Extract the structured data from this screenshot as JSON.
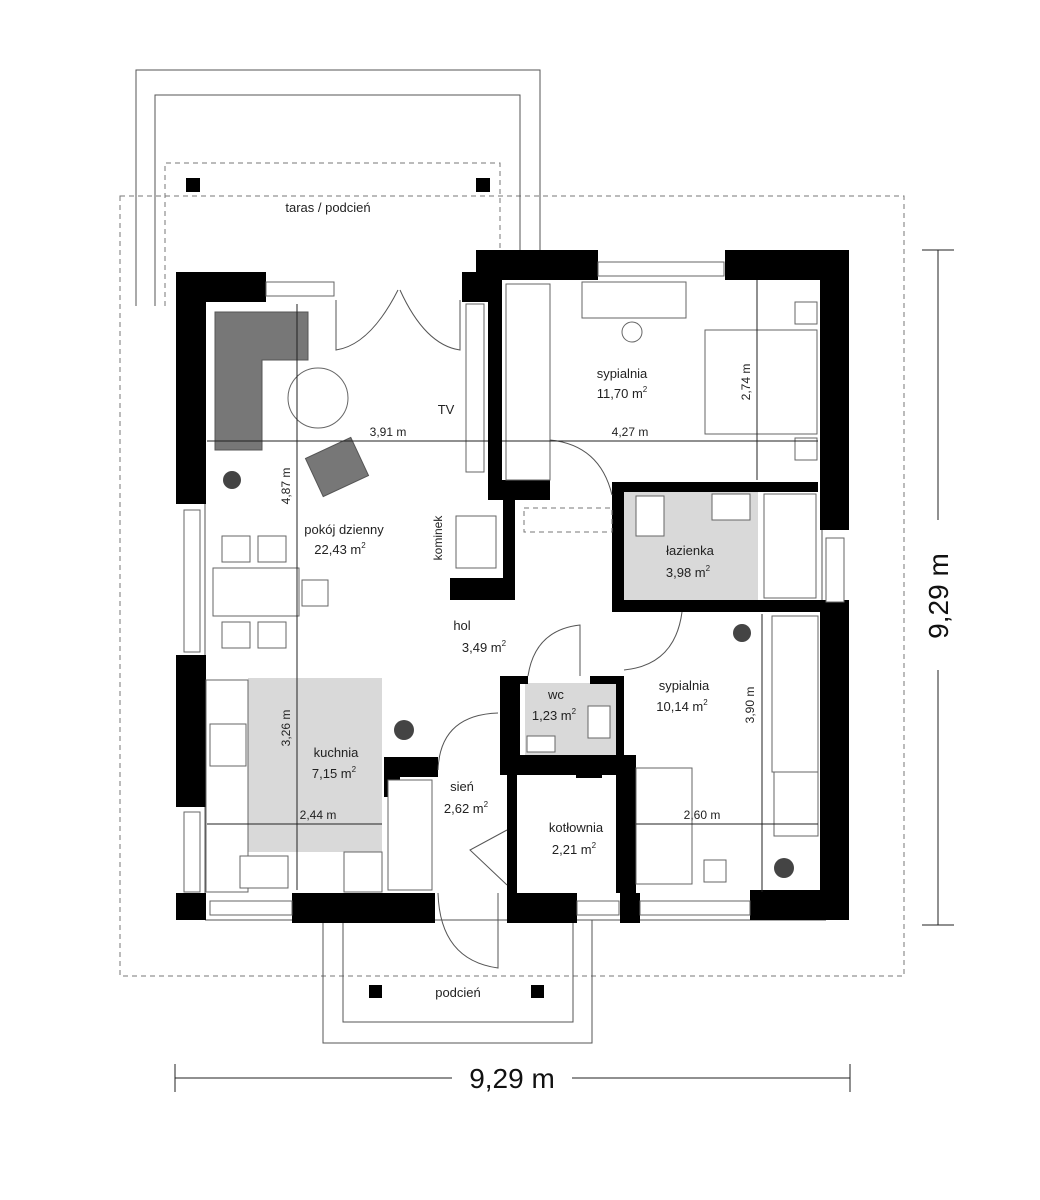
{
  "rooms": {
    "terrace": {
      "name": "taras / podcień"
    },
    "living": {
      "name": "pokój dzienny",
      "area": "22,43 m",
      "sup": "2"
    },
    "bedroom1": {
      "name": "sypialnia",
      "area": "11,70 m",
      "sup": "2"
    },
    "bathroom": {
      "name": "łazienka",
      "area": "3,98 m",
      "sup": "2"
    },
    "hall": {
      "name": "hol",
      "area": "3,49 m",
      "sup": "2"
    },
    "wc": {
      "name": "wc",
      "area": "1,23 m",
      "sup": "2"
    },
    "bedroom2": {
      "name": "sypialnia",
      "area": "10,14 m",
      "sup": "2"
    },
    "kitchen": {
      "name": "kuchnia",
      "area": "7,15 m",
      "sup": "2"
    },
    "vestibule": {
      "name": "sień",
      "area": "2,62 m",
      "sup": "2"
    },
    "boiler": {
      "name": "kotłownia",
      "area": "2,21 m",
      "sup": "2"
    },
    "porch": {
      "name": "podcień"
    }
  },
  "labels": {
    "tv": "TV",
    "fireplace": "kominek"
  },
  "dimensions": {
    "living_width": "3,91 m",
    "bedroom1_width": "4,27 m",
    "bedroom1_depth": "2,74 m",
    "living_depth": "4,87 m",
    "kitchen_depth": "3,26 m",
    "kitchen_width": "2,44 m",
    "bedroom2_depth": "3,90 m",
    "bedroom2_width": "2,60 m",
    "overall_width": "9,29 m",
    "overall_height": "9,29 m"
  },
  "colors": {
    "wall": "#000000",
    "shaded_floor": "#d9d9d9",
    "sofa": "#777777"
  }
}
